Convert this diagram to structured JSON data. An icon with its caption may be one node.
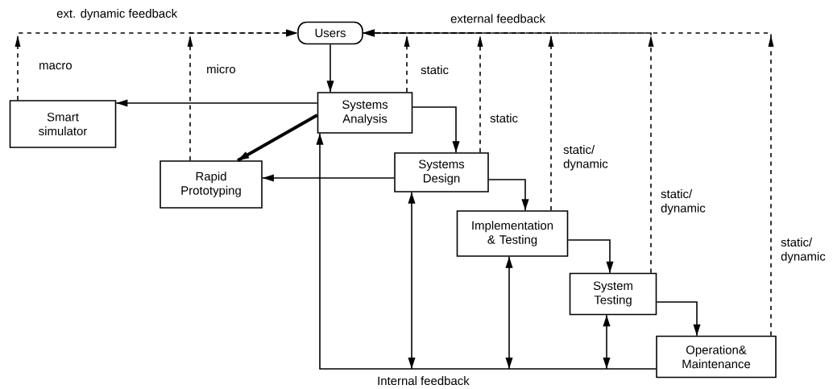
{
  "diagram": {
    "nodes": [
      {
        "text": [
          "Users"
        ]
      },
      {
        "text": [
          "Smart simulator"
        ]
      },
      {
        "text": [
          "Systems Analysis"
        ]
      },
      {
        "text": [
          "Rapid Prototyping"
        ]
      },
      {
        "text": [
          "Systems Design"
        ]
      },
      {
        "text": [
          "Implementation & Testing"
        ]
      },
      {
        "text": [
          "System Testing"
        ]
      },
      {
        "text": [
          "Operation& Maintenance"
        ]
      }
    ],
    "edges": [
      {
        "from": 0,
        "to": 2,
        "arrow": "to"
      },
      {
        "from": 2,
        "to": 1,
        "arrow": "to"
      },
      {
        "from": 2,
        "to": 3,
        "arrow": "to",
        "style": "thick"
      },
      {
        "from": 2,
        "to": 4,
        "arrow": "to"
      },
      {
        "from": 4,
        "to": 3,
        "arrow": "to"
      },
      {
        "from": 4,
        "to": 5,
        "arrow": "to"
      },
      {
        "from": 5,
        "to": 6,
        "arrow": "to"
      },
      {
        "from": 6,
        "to": 7,
        "arrow": "to"
      },
      {
        "from": 1,
        "to": 0,
        "arrow": "to",
        "style": "dashed",
        "label": "macro"
      },
      {
        "from": 3,
        "to": 0,
        "arrow": "to",
        "style": "dashed",
        "label": "micro"
      },
      {
        "from": 2,
        "to": 0,
        "arrow": "to",
        "style": "dashed",
        "label": "static"
      },
      {
        "from": 4,
        "to": 0,
        "arrow": "to",
        "style": "dashed",
        "label": "static"
      },
      {
        "from": 5,
        "to": 0,
        "arrow": "to",
        "style": "dashed",
        "label": "static/ dynamic"
      },
      {
        "from": 6,
        "to": 0,
        "arrow": "to",
        "style": "dashed",
        "label": "static/ dynamic"
      },
      {
        "from": 7,
        "to": 0,
        "arrow": "to",
        "style": "dashed",
        "label": "static/ dynamic"
      },
      {
        "from": 7,
        "to": 2,
        "arrow": "to",
        "label": "Internal feedback"
      },
      {
        "from": 4,
        "to": null,
        "arrow": "both"
      },
      {
        "from": 5,
        "to": null,
        "arrow": "both"
      },
      {
        "from": 6,
        "to": null,
        "arrow": "both"
      }
    ],
    "labels": [
      "ext. dynamic feedback",
      "external feedback"
    ]
  }
}
